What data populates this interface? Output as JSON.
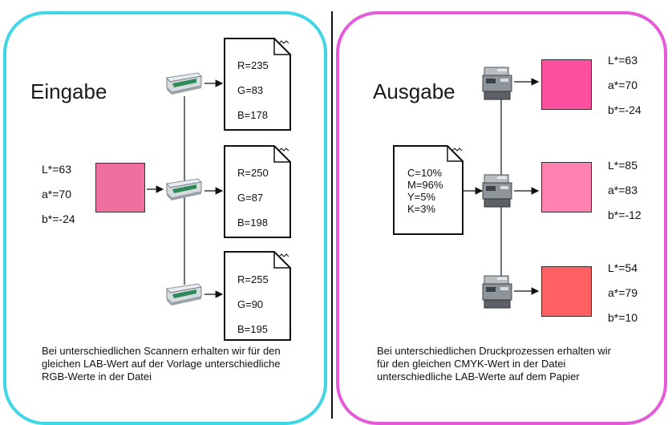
{
  "left_panel": {
    "title": "Eingabe",
    "input_lab": {
      "L": "L*=63",
      "a": "a*=70",
      "b": "b*=-24"
    },
    "input_swatch_color": "#f06fa0",
    "outputs": [
      {
        "R": "R=235",
        "G": "G=83",
        "B": "B=178"
      },
      {
        "R": "R=250",
        "G": "G=87",
        "B": "B=198"
      },
      {
        "R": "R=255",
        "G": "G=90",
        "B": "B=195"
      }
    ],
    "caption": "Bei unterschiedlichen Scannern erhalten wir für den gleichen LAB-Wert auf der Vorlage unterschiedliche RGB-Werte in der Datei",
    "border_color": "#3fd6e6"
  },
  "right_panel": {
    "title": "Ausgabe",
    "input_cmyk": {
      "C": "C=10%",
      "M": "M=96%",
      "Y": "Y=5%",
      "K": "K=3%"
    },
    "outputs": [
      {
        "color": "#ff4f9f",
        "L": "L*=63",
        "a": "a*=70",
        "b": "b*=-24"
      },
      {
        "color": "#ff82b0",
        "L": "L*=85",
        "a": "a*=83",
        "b": "b*=-12"
      },
      {
        "color": "#ff6163",
        "L": "L*=54",
        "a": "a*=79",
        "b": "b*=10"
      }
    ],
    "caption": "Bei unterschiedlichen Druckprozessen erhalten wir für den gleichen CMYK-Wert in der Datei unterschiedliche LAB-Werte auf dem Papier",
    "border_color": "#e45ad8"
  },
  "icons": {
    "scanner": "scanner-icon",
    "printer": "printer-icon",
    "document": "document-icon"
  }
}
